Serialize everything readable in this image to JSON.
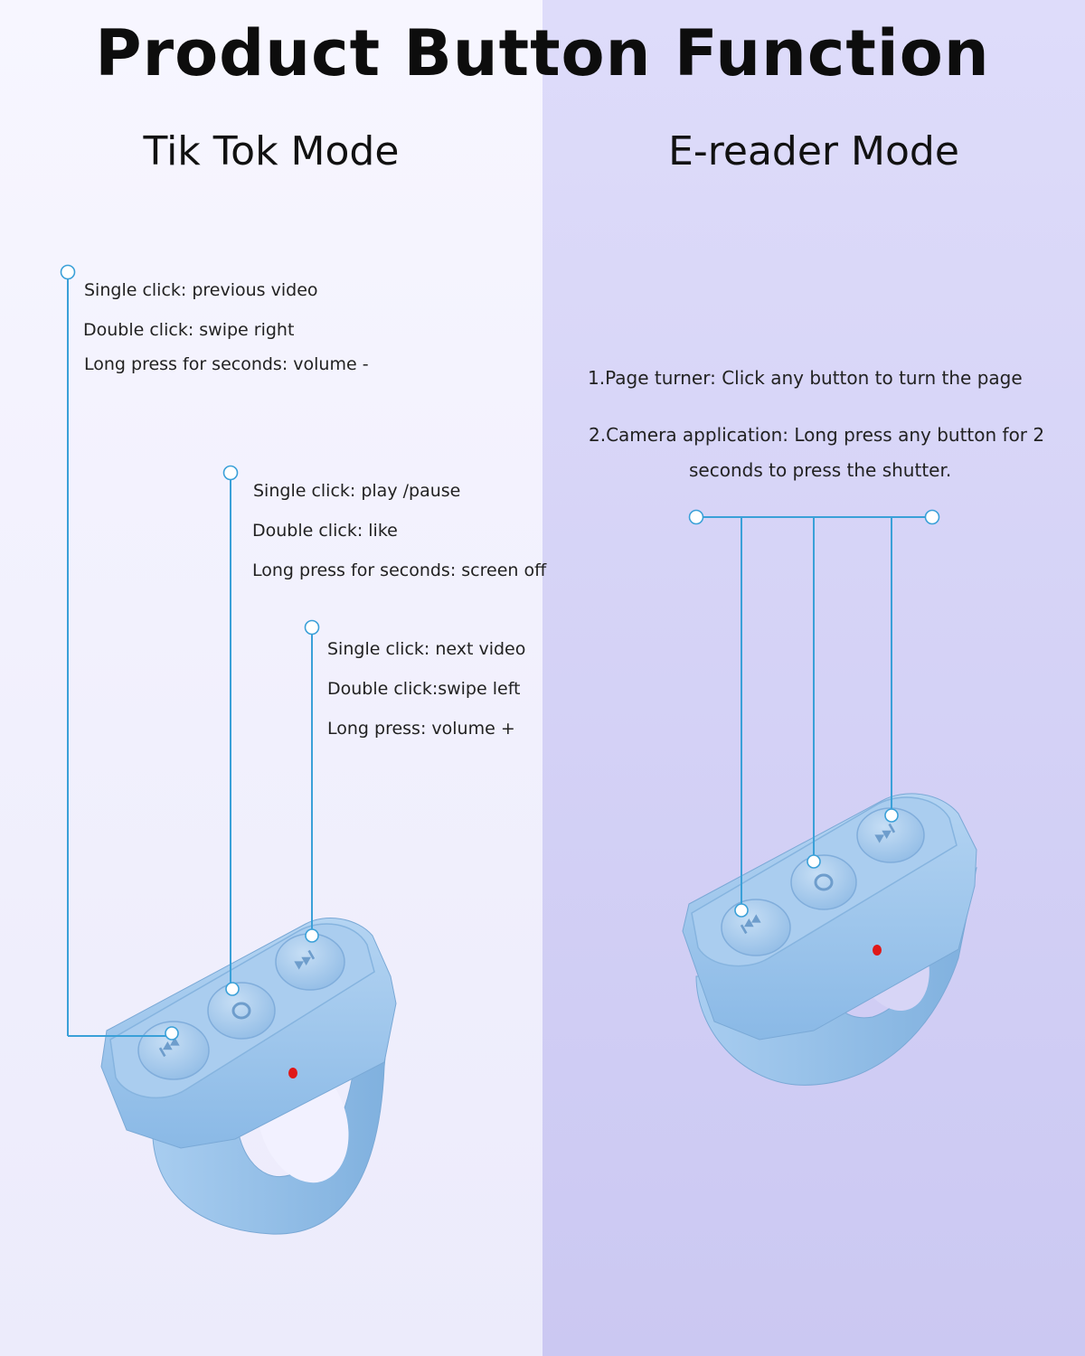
{
  "title": "Product Button Function",
  "modes": {
    "left": "Tik Tok Mode",
    "right": "E-reader Mode"
  },
  "tiktok": {
    "previous_button": [
      "Single click: previous video",
      "Double click: swipe right",
      "Long press for seconds: volume -"
    ],
    "play_button": [
      "Single click: play /pause",
      "Double click: like",
      "Long press for seconds: screen off"
    ],
    "next_button": [
      "Single click: next video",
      "Double click:swipe left",
      "Long press: volume +"
    ]
  },
  "ereader": {
    "line1": "1.Page turner: Click any button to turn the page",
    "line2a": "2.Camera application: Long press any button for 2",
    "line2b": "seconds to press the shutter."
  },
  "colors": {
    "leader_line": "#3aa0d8",
    "ring_body": "#9cc6ec",
    "ring_top": "#a9cdef",
    "indicator_led": "#e01818"
  },
  "icons": [
    "previous-icon",
    "play-pause-icon",
    "next-icon"
  ]
}
